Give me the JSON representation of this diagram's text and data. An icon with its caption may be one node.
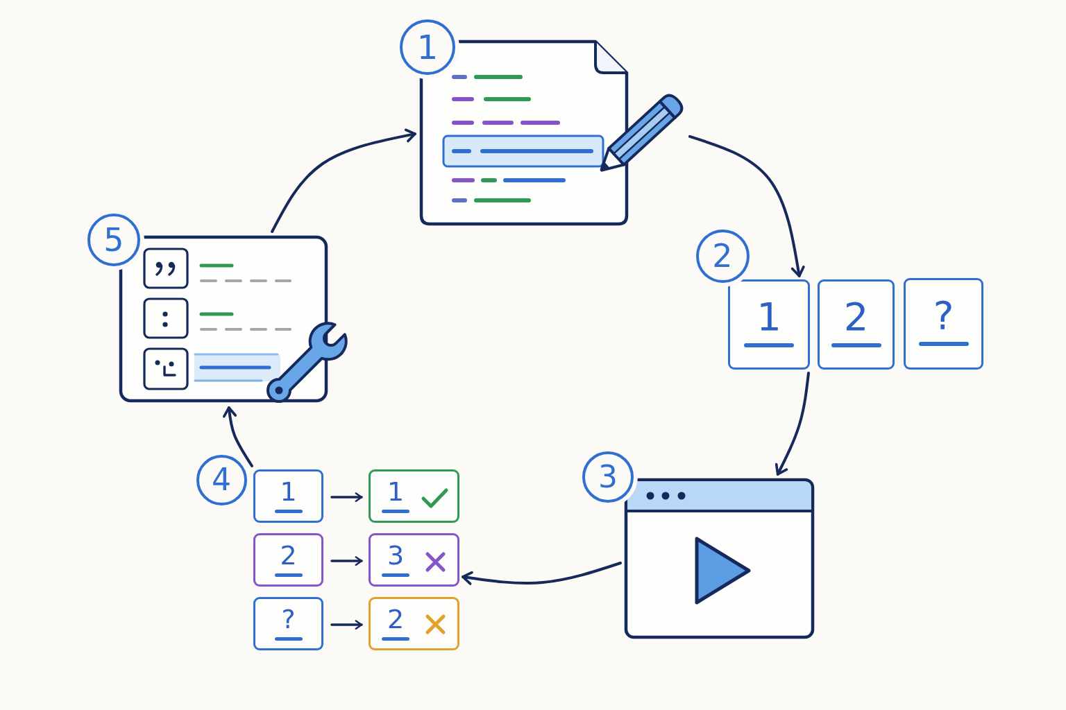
{
  "diagram": {
    "nodes": [
      {
        "text": [
          "1"
        ]
      },
      {
        "text": [],
        "shape": "picture"
      },
      {
        "text": [
          "2"
        ]
      },
      {
        "text": [
          "1"
        ]
      },
      {
        "text": [
          "2"
        ]
      },
      {
        "text": [
          "?"
        ]
      },
      {
        "text": [
          "3"
        ]
      },
      {
        "text": [],
        "shape": "picture"
      },
      {
        "text": [
          "4"
        ]
      },
      {
        "text": [
          "1"
        ]
      },
      {
        "text": [
          "1"
        ]
      },
      {
        "text": [
          "2"
        ]
      },
      {
        "text": [
          "3"
        ]
      },
      {
        "text": [
          "?"
        ]
      },
      {
        "text": [
          "2"
        ]
      },
      {
        "text": [
          "5"
        ]
      },
      {
        "text": [],
        "shape": "picture"
      }
    ],
    "edges": [
      {
        "from": 1,
        "to": 3,
        "arrow": "to"
      },
      {
        "from": 3,
        "to": 7,
        "arrow": "to"
      },
      {
        "from": 7,
        "to": 12,
        "arrow": "to"
      },
      {
        "from": 9,
        "to": 10,
        "arrow": "to"
      },
      {
        "from": 11,
        "to": 12,
        "arrow": "to"
      },
      {
        "from": 13,
        "to": 14,
        "arrow": "to"
      },
      {
        "from": 9,
        "to": 16,
        "arrow": "to"
      },
      {
        "from": 16,
        "to": 1,
        "arrow": "to"
      }
    ]
  }
}
